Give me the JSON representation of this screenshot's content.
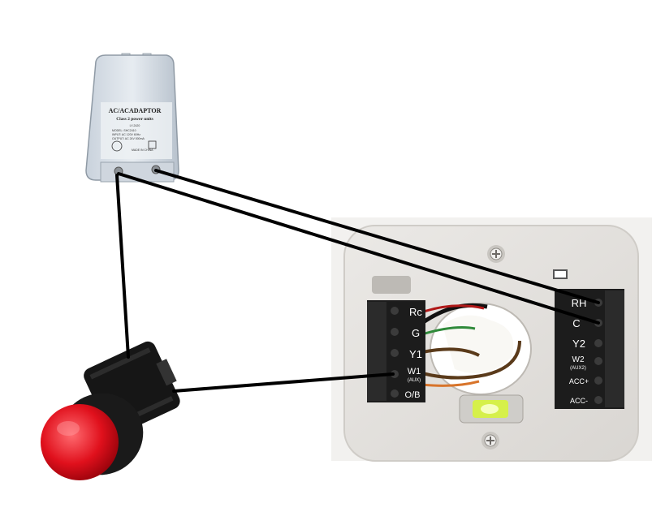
{
  "adapter": {
    "title": "AC/ACADAPTOR",
    "subtitle": "Class 2 power units",
    "small_text": [
      "LY-2420",
      "MODEL: SHC2410",
      "INPUT: AC 120V 60Hz",
      "OUTPUT: AC 24V 500mA",
      "MADE IN CHINA"
    ]
  },
  "terminals_left": [
    "Rc",
    "G",
    "Y1",
    "W1",
    "O/B"
  ],
  "terminal_left_sub": "(AUX)",
  "terminals_right": [
    "RH",
    "C",
    "Y2",
    "W2",
    "ACC+",
    "ACC-"
  ],
  "terminal_right_sub": "(AUX2)",
  "indicator": {
    "color": "#e0101c"
  },
  "colors": {
    "wire": "#000000",
    "plate": "#e6e4e1",
    "terminal_block": "#1c1c1c"
  }
}
